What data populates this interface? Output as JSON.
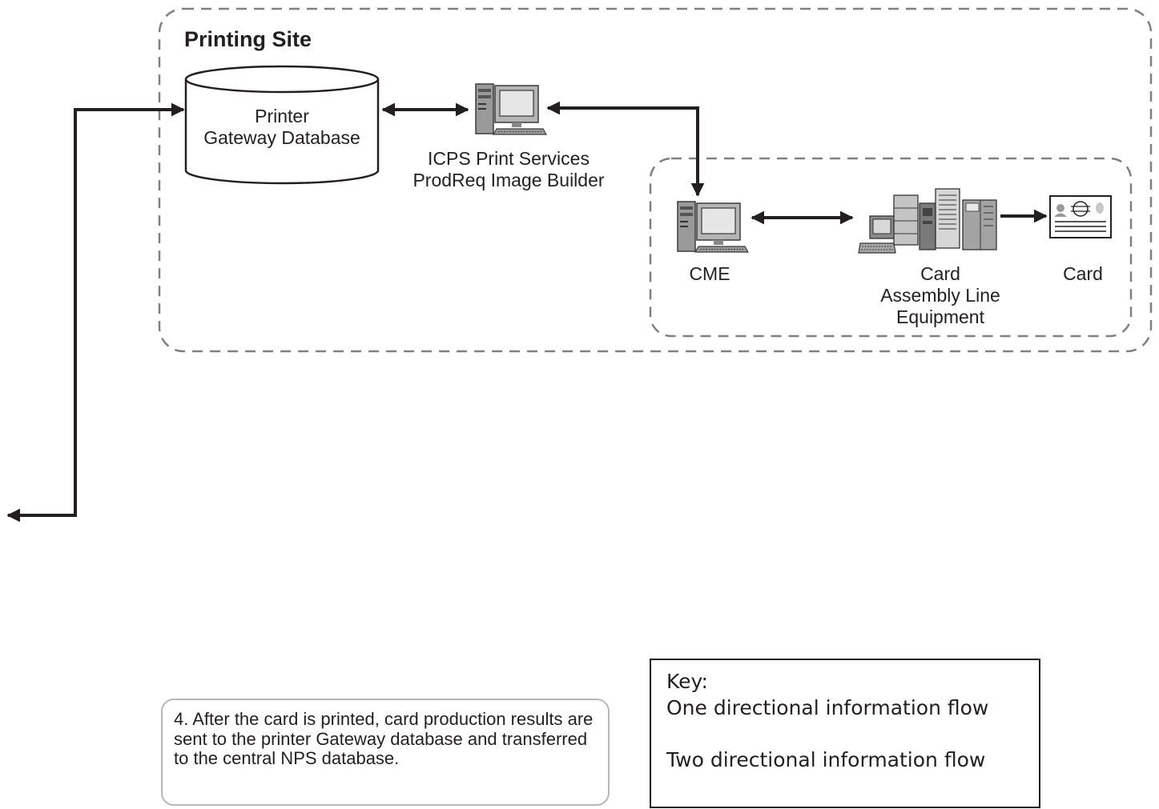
{
  "site": {
    "title": "Printing Site"
  },
  "nodes": {
    "database": {
      "line1": "Printer",
      "line2": "Gateway Database"
    },
    "print_services": {
      "line1": "ICPS Print Services",
      "line2": "ProdReq Image Builder"
    },
    "cme": {
      "label": "CME"
    },
    "assembly": {
      "line1": "Card",
      "line2": "Assembly Line",
      "line3": "Equipment"
    },
    "card": {
      "label": "Card"
    }
  },
  "note": {
    "text": "4. After the card is printed, card production results are sent to the printer Gateway database and transferred to the central NPS database."
  },
  "key": {
    "title": "Key:",
    "one_way": "One directional information flow",
    "two_way": "Two directional information flow"
  },
  "colors": {
    "ink": "#231f20",
    "dash": "#808080",
    "note_border": "#b7b7b7"
  },
  "icons": [
    "database-cylinder-icon",
    "workstation-icon",
    "assembly-equipment-icon",
    "id-card-icon"
  ]
}
